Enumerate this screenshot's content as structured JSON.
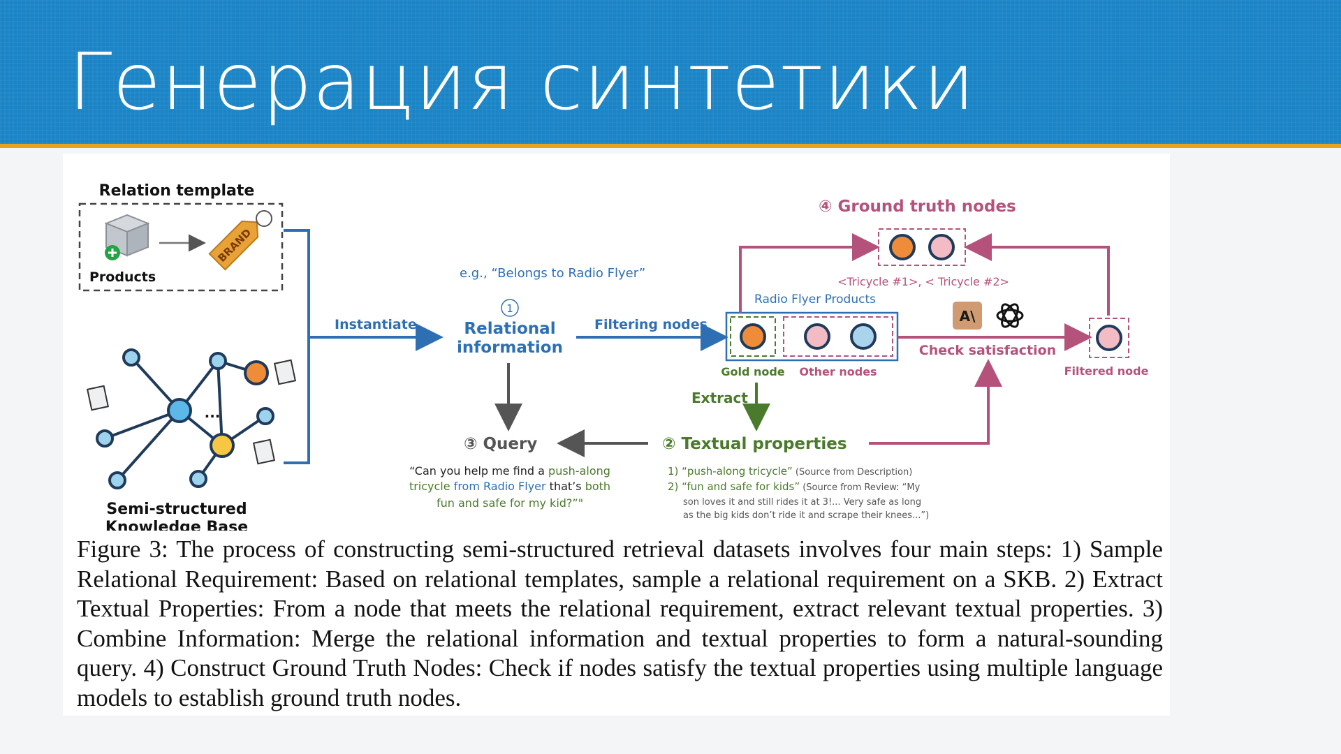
{
  "slide": {
    "title": "Генерация синтетики"
  },
  "diagram": {
    "relation_template_title": "Relation template",
    "products_label": "Products",
    "tag_text": "BRAND",
    "skb_label_line1": "Semi-structured",
    "skb_label_line2": "Knowledge Base",
    "skb_ellipsis": "...",
    "instantiate_label": "Instantiate",
    "example_label": "e.g., “Belongs to Radio Flyer”",
    "step1_num": "1",
    "relational_line1": "Relational",
    "relational_line2": "information",
    "filtering_label": "Filtering nodes",
    "radio_flyer_products": "Radio Flyer Products",
    "gold_node_label": "Gold node",
    "other_nodes_label": "Other nodes",
    "step4_title": "④ Ground truth nodes",
    "tricycles_label": "<Tricycle #1>, < Tricycle #2>",
    "llm_icon_1": "A\\",
    "check_satisfaction": "Check satisfaction",
    "filtered_node_label": "Filtered node",
    "extract_label": "Extract",
    "step2_title": "② Textual properties",
    "step3_title": "③ Query",
    "query_line1_a": "“Can you help me find a ",
    "query_line1_b": "push-along",
    "query_line2_a": "tricycle",
    "query_line2_b": " from Radio Flyer",
    "query_line2_c": " that’s ",
    "query_line2_d": "both",
    "query_line3": "fun and safe for my kid?”\"",
    "prop1_a": "1) “push-along tricycle”",
    "prop1_b": " (Source from Description)",
    "prop2_a": "2) “fun and safe for kids”",
    "prop2_b": " (Source from Review: “My",
    "prop2_line2": "son loves it and still rides it at 3!... Very safe as long",
    "prop2_line3": "as the big kids don’t ride it and scrape their knees...”)",
    "colors": {
      "blue": "#2e6fb3",
      "pink": "#b5527c",
      "green": "#4a7a2b",
      "orange": "#e8873a",
      "light_pink": "#f3bcc4",
      "light_blue": "#a9d4ec",
      "dark": "#222222"
    }
  },
  "caption": "Figure 3: The process of constructing semi-structured retrieval datasets involves four main steps: 1) Sample Relational Requirement: Based on relational templates, sample a relational requirement on a SKB. 2) Extract Textual Properties: From a node that meets the relational requirement, extract relevant textual properties. 3) Combine Information: Merge the relational information and textual properties to form a natural-sounding query. 4) Construct Ground Truth Nodes: Check if nodes satisfy the textual properties using multiple language models to establish ground truth nodes."
}
